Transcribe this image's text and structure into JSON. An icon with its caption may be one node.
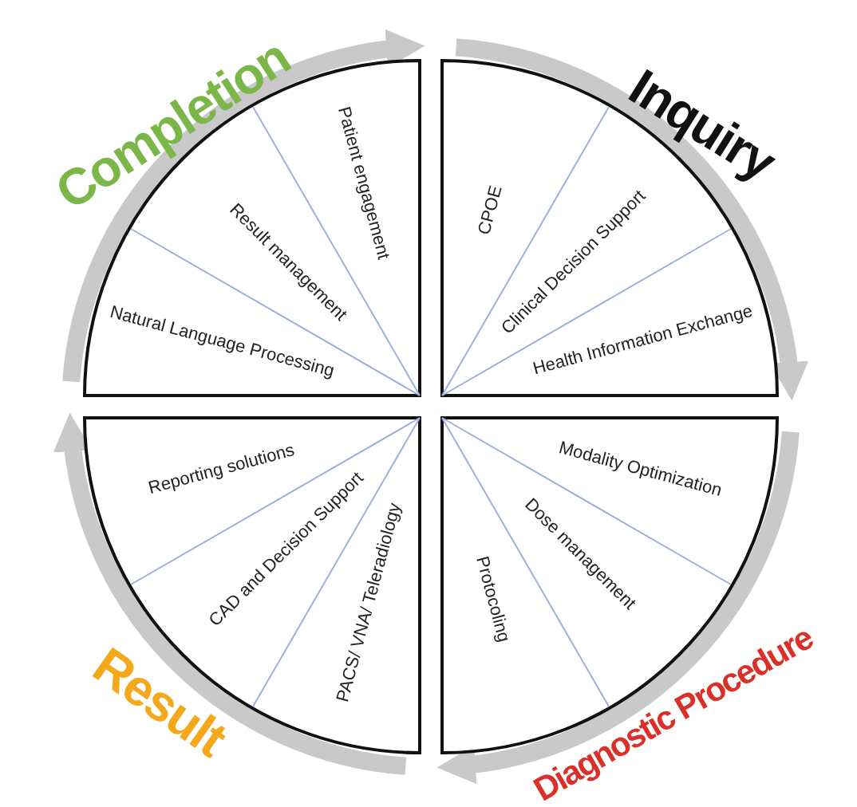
{
  "diagram": {
    "nodes": [
      {
        "text": [
          "Completion"
        ]
      },
      {
        "text": [
          "Natural Language Processing"
        ],
        "in": 0
      },
      {
        "text": [
          "Result management"
        ],
        "in": 0
      },
      {
        "text": [
          "Patient engagement"
        ],
        "in": 0
      },
      {
        "text": [
          "Inquiry"
        ]
      },
      {
        "text": [
          "CPOE"
        ],
        "in": 4
      },
      {
        "text": [
          "Clinical Decision Support"
        ],
        "in": 4
      },
      {
        "text": [
          "Health Information Exchange"
        ],
        "in": 4
      },
      {
        "text": [
          "Diagnostic Procedure"
        ]
      },
      {
        "text": [
          "Modality Optimization"
        ],
        "in": 8
      },
      {
        "text": [
          "Dose management"
        ],
        "in": 8
      },
      {
        "text": [
          "Protocoling"
        ],
        "in": 8
      },
      {
        "text": [
          "Result"
        ]
      },
      {
        "text": [
          "Reporting solutions"
        ],
        "in": 12
      },
      {
        "text": [
          "CAD and Decision Support"
        ],
        "in": 12
      },
      {
        "text": [
          "PACS/ VNA/ Teleradiology"
        ],
        "in": 12
      }
    ],
    "edges": [
      {
        "from": 0,
        "to": 4,
        "arrow": "to"
      },
      {
        "from": 4,
        "to": 8,
        "arrow": "to"
      },
      {
        "from": 8,
        "to": 12,
        "arrow": "to"
      },
      {
        "from": 12,
        "to": 0,
        "arrow": "to"
      }
    ]
  }
}
